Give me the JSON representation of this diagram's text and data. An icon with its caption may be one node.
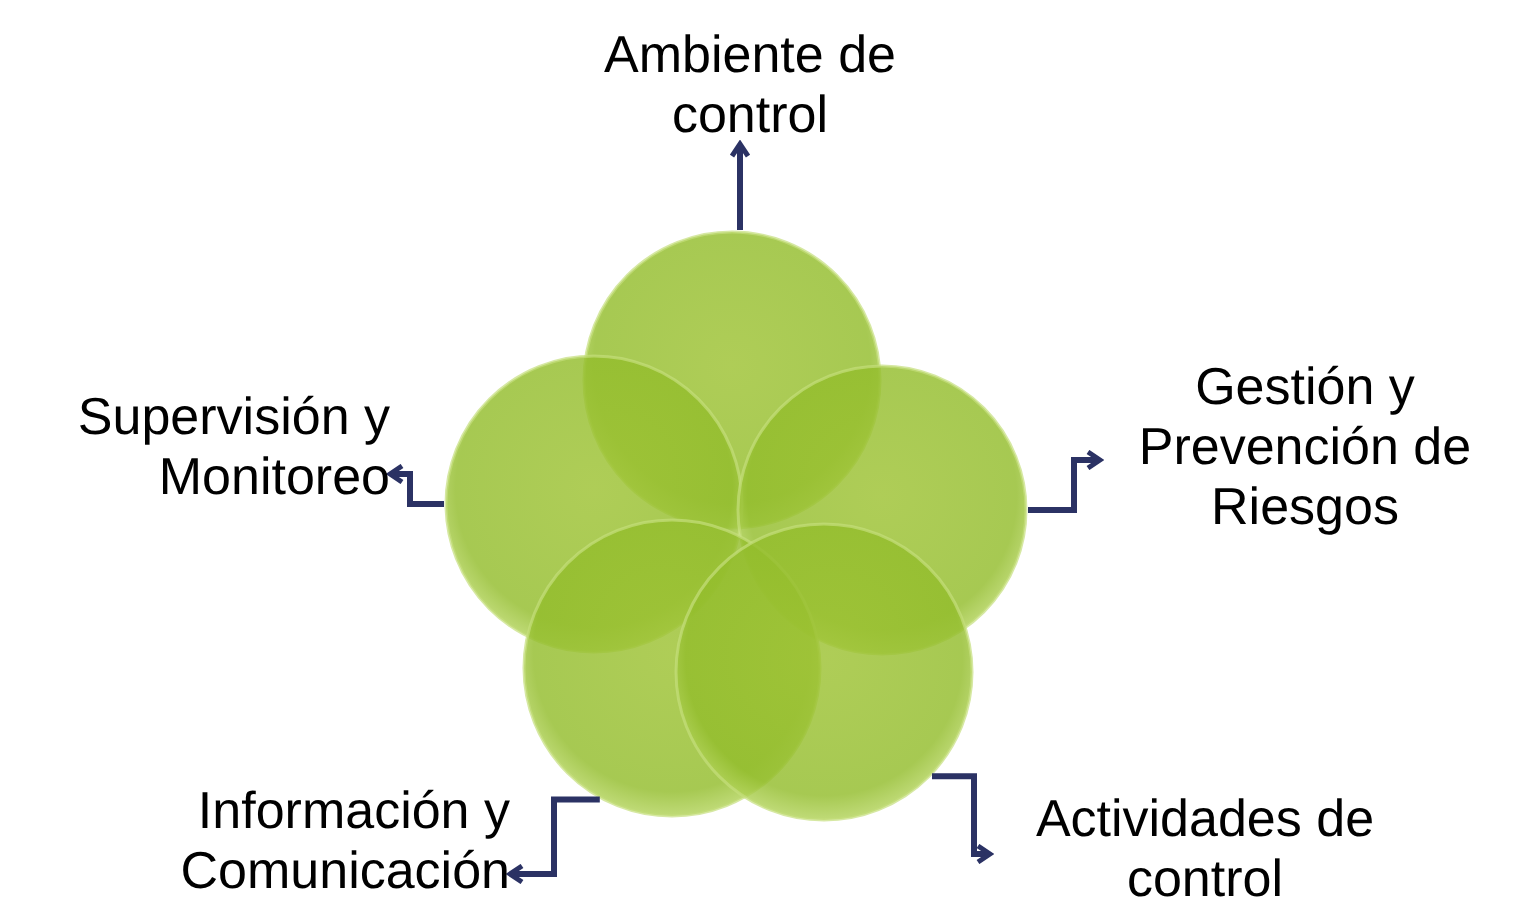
{
  "diagram": {
    "nodes": [
      {
        "text": [
          "Ambiente de control"
        ]
      },
      {
        "text": [
          "Supervisión y Monitoreo"
        ]
      },
      {
        "text": [
          "Gestión y Prevención de Riesgos"
        ]
      },
      {
        "text": [
          "Información y Comunicación"
        ]
      },
      {
        "text": [
          "Actividades de control"
        ]
      },
      {
        "text": [],
        "shape": "circle"
      },
      {
        "text": [],
        "shape": "circle"
      },
      {
        "text": [],
        "shape": "circle"
      },
      {
        "text": [],
        "shape": "circle"
      },
      {
        "text": [],
        "shape": "circle"
      }
    ],
    "edges": [
      {
        "from": 5,
        "to": 0,
        "arrow": "to"
      },
      {
        "from": 6,
        "to": 1,
        "arrow": "to"
      },
      {
        "from": 7,
        "to": 2,
        "arrow": "to"
      },
      {
        "from": 8,
        "to": 3,
        "arrow": "to"
      },
      {
        "from": 9,
        "to": 4,
        "arrow": "to"
      }
    ]
  }
}
